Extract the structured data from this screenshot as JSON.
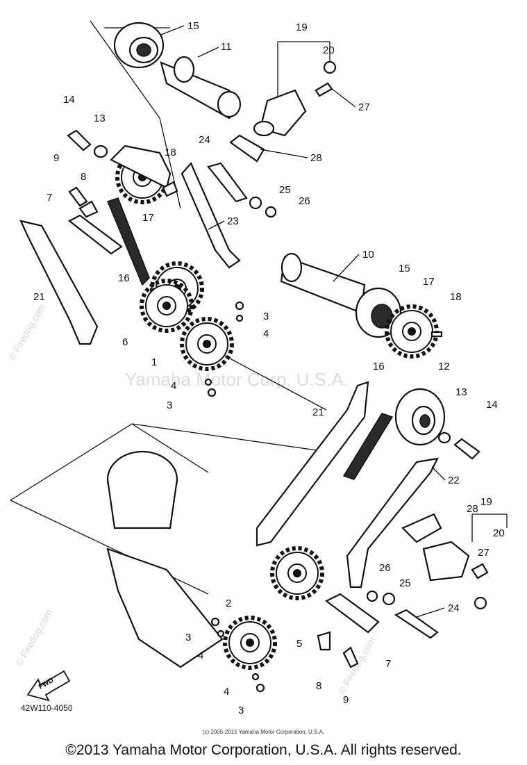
{
  "watermark": {
    "center_text": "Yamaha Motor Corp, U.S.A.",
    "side_text": "© Firedog.com"
  },
  "callout_numbers": {
    "n1": "1",
    "n2": "2",
    "n3": "3",
    "n4": "4",
    "n5": "5",
    "n6": "6",
    "n7": "7",
    "n8": "8",
    "n9": "9",
    "n10": "10",
    "n11": "11",
    "n12": "12",
    "n13": "13",
    "n14": "14",
    "n15": "15",
    "n16": "16",
    "n17": "17",
    "n18": "18",
    "n19": "19",
    "n20": "20",
    "n21": "21",
    "n22": "22",
    "n23": "23",
    "n24": "24",
    "n25": "25",
    "n26": "26",
    "n27": "27",
    "n28": "28"
  },
  "fwd_label": "FWD",
  "diagram_code": "42W110-4050",
  "small_copyright": "(c) 2005-2015 Yamaha Motor Corporation, U.S.A.",
  "footer": "©2013 Yamaha Motor Corporation, U.S.A. All rights reserved."
}
